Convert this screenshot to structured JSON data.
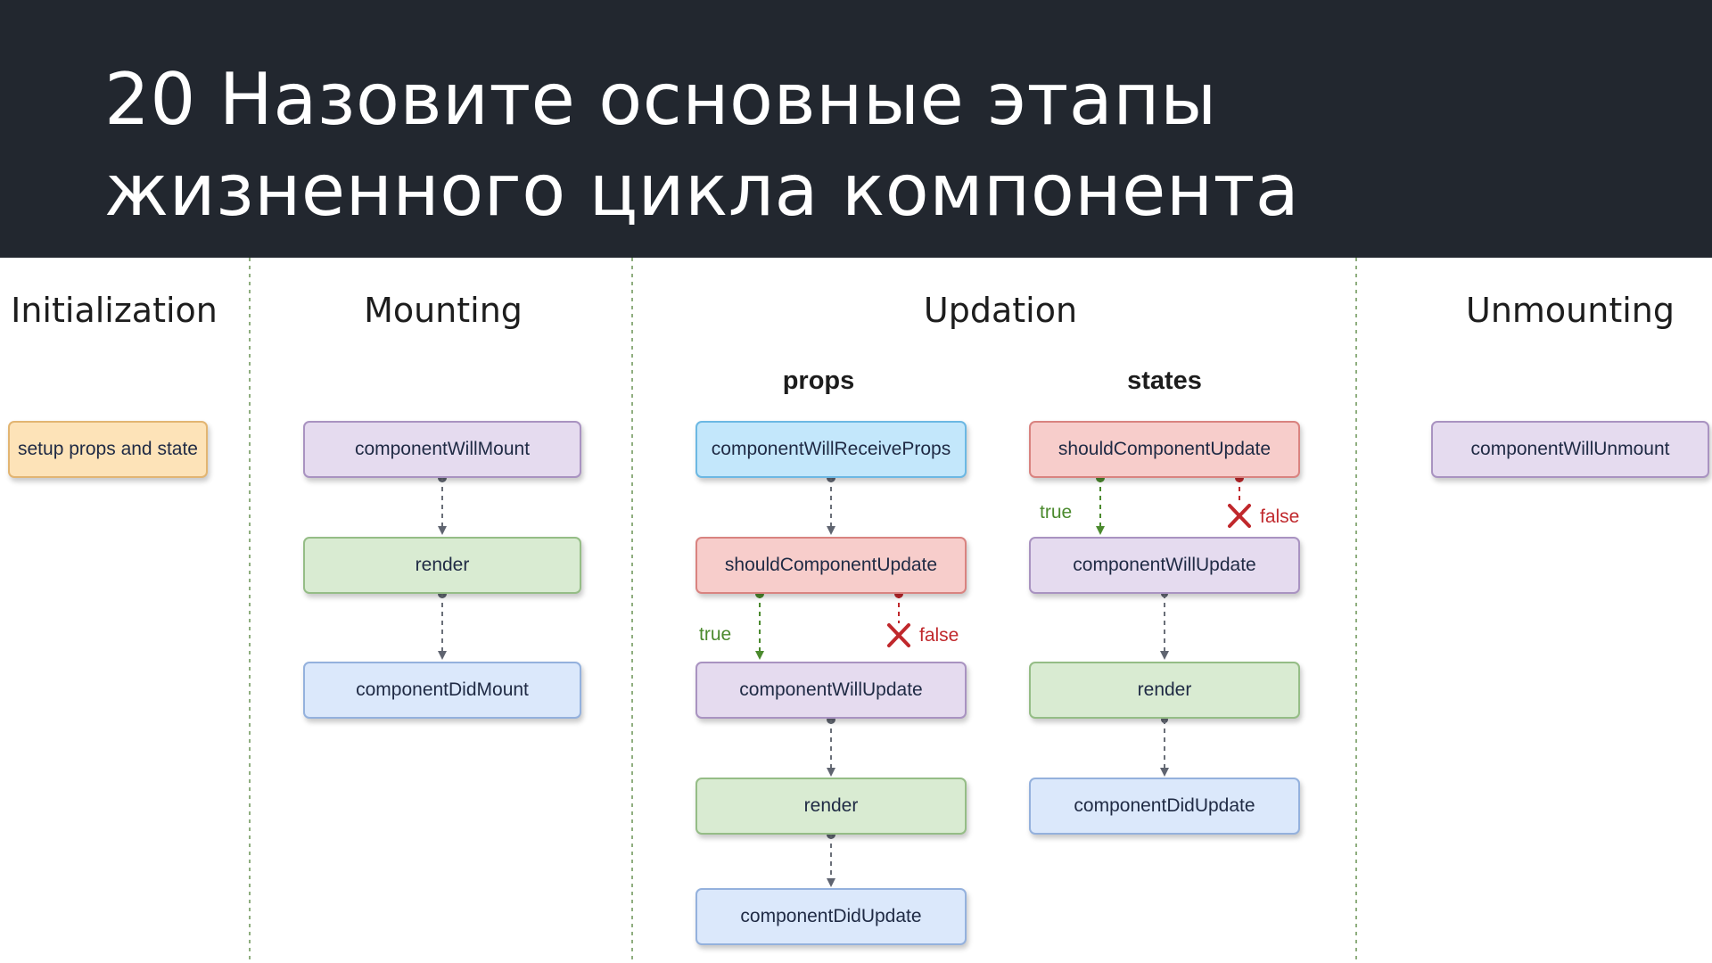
{
  "title": {
    "line1": "20 Назовите основные этапы",
    "line2": "жизненного цикла компонента"
  },
  "phases": {
    "initialization": "Initialization",
    "mounting": "Mounting",
    "updation": "Updation",
    "unmounting": "Unmounting"
  },
  "sublabels": {
    "props": "props",
    "states": "states"
  },
  "initialization": {
    "setup": "setup props and state"
  },
  "mounting": {
    "will_mount": "componentWillMount",
    "render": "render",
    "did_mount": "componentDidMount"
  },
  "props_flow": {
    "will_receive_props": "componentWillReceiveProps",
    "should_update": "shouldComponentUpdate",
    "will_update": "componentWillUpdate",
    "render": "render",
    "did_update": "componentDidUpdate",
    "true_label": "true",
    "false_label": "false"
  },
  "states_flow": {
    "should_update": "shouldComponentUpdate",
    "will_update": "componentWillUpdate",
    "render": "render",
    "did_update": "componentDidUpdate",
    "true_label": "true",
    "false_label": "false"
  },
  "unmounting": {
    "will_unmount": "componentWillUnmount"
  },
  "colors": {
    "header_bg": "#22272f",
    "connector": "#6a6f78",
    "true_green": "#4b8a2e",
    "false_red": "#c0282c",
    "divider": "#8fae7f"
  }
}
